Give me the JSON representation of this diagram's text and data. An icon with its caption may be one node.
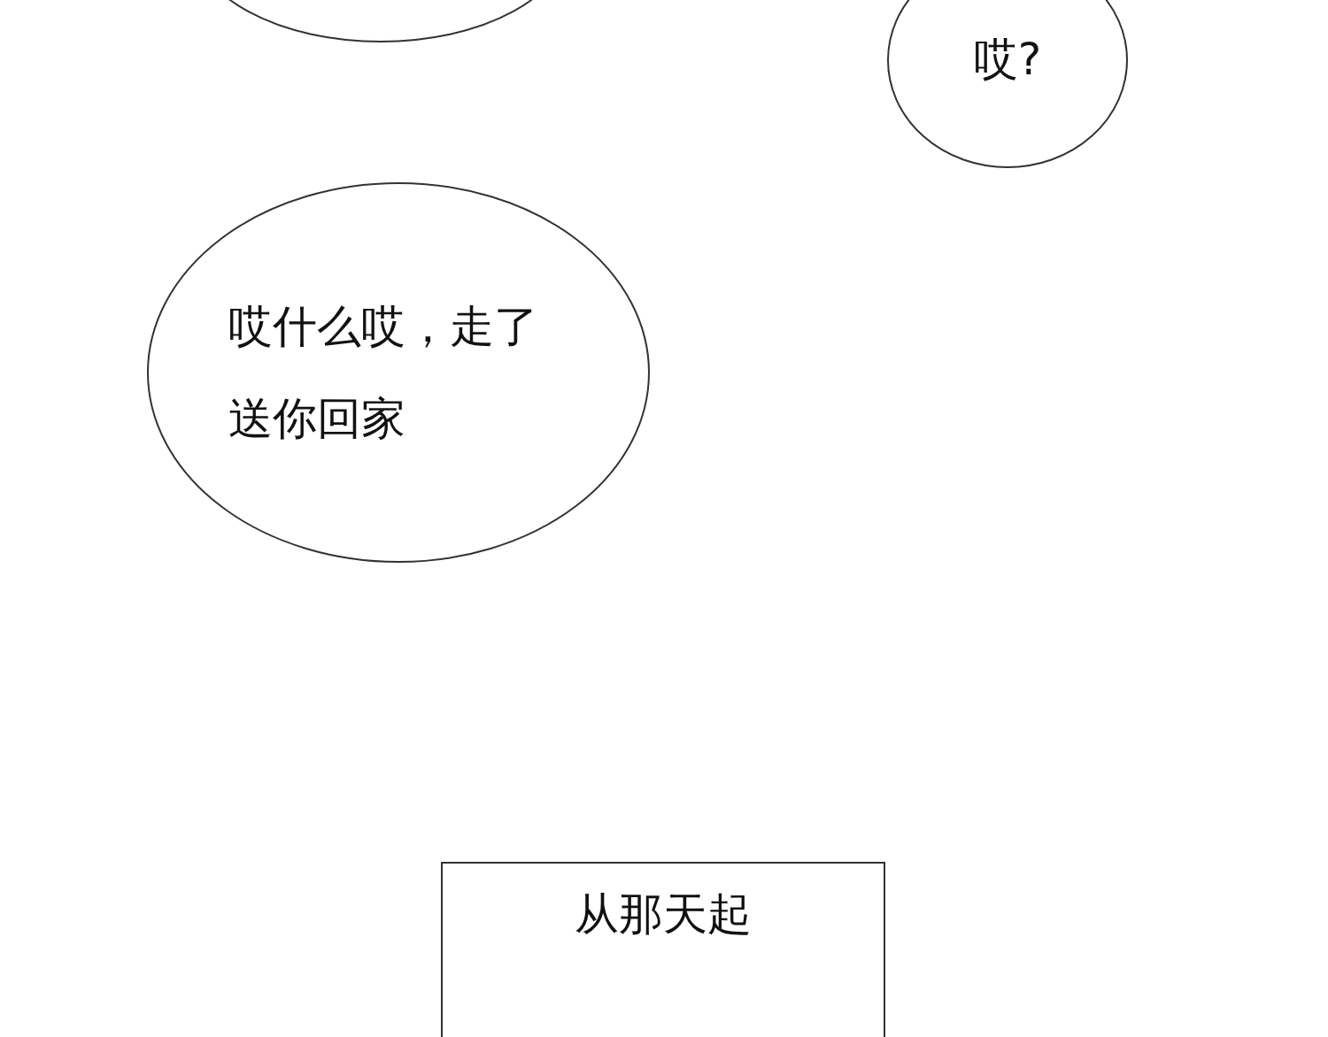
{
  "diagram": {
    "nodes": [
      {
        "text": [],
        "shape": "ellipse"
      },
      {
        "text": [
          "哎?"
        ]
      },
      {
        "text": [
          "哎什么哎，走了送你回家"
        ]
      },
      {
        "text": [
          "从那天起"
        ]
      }
    ]
  }
}
